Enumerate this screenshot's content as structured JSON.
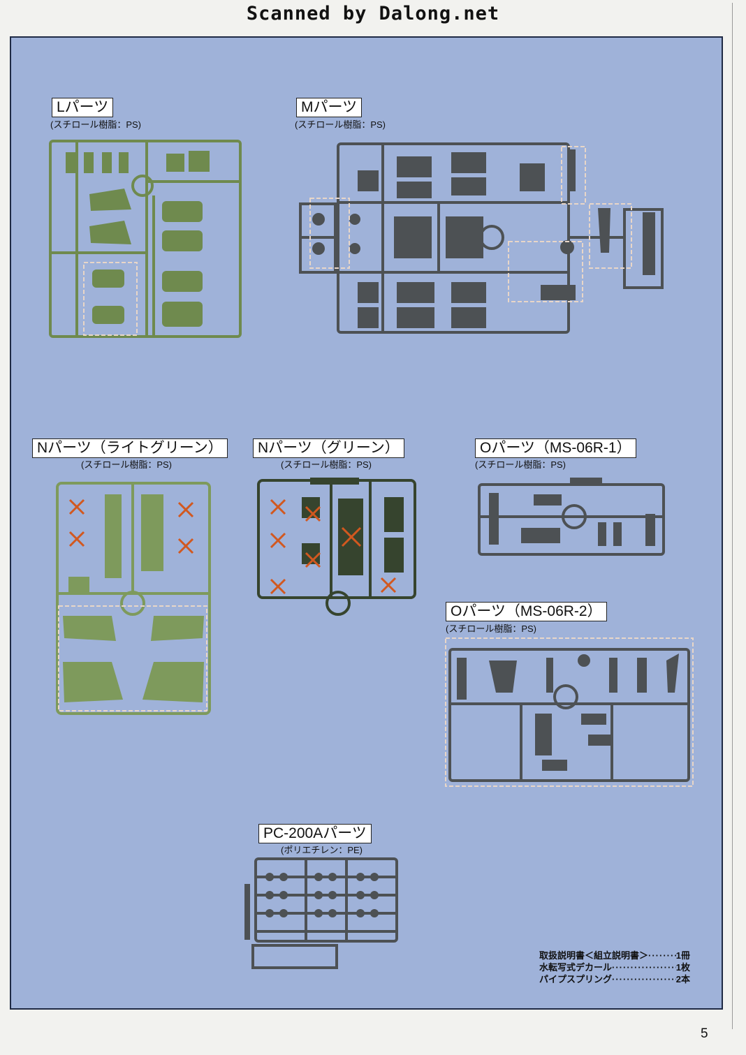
{
  "header": {
    "scan_credit": "Scanned by Dalong.net"
  },
  "sprues": {
    "L": {
      "title": "Lパーツ",
      "material": "(スチロール樹脂：PS)",
      "color": "#6f8a4e"
    },
    "M": {
      "title": "Mパーツ",
      "material": "(スチロール樹脂：PS)",
      "color": "#4d5154"
    },
    "N_light": {
      "title": "Nパーツ（ライトグリーン）",
      "material": "(スチロール樹脂：PS)",
      "color": "#7e9a5c"
    },
    "N_green": {
      "title": "Nパーツ（グリーン）",
      "material": "(スチロール樹脂：PS)",
      "color": "#36442e"
    },
    "O_r1": {
      "title": "Oパーツ（MS-06R-1）",
      "material": "(スチロール樹脂：PS)",
      "color": "#4d5154"
    },
    "O_r2": {
      "title": "Oパーツ（MS-06R-2）",
      "material": "(スチロール樹脂：PS)",
      "color": "#4d5154"
    },
    "PC": {
      "title": "PC-200Aパーツ",
      "material": "(ポリエチレン：PE)",
      "color": "#4d5154"
    }
  },
  "notes": [
    {
      "item": "取扱説明書＜組立説明書＞",
      "qty": "1冊"
    },
    {
      "item": "水転写式デカール",
      "qty": "1枚"
    },
    {
      "item": "パイプスプリング",
      "qty": "2本"
    }
  ],
  "footer": {
    "page_number": "5"
  },
  "colors": {
    "panel": "#9fb2d9",
    "highlight_box": "#e8d6c8",
    "unused_mark": "#d2581f"
  }
}
